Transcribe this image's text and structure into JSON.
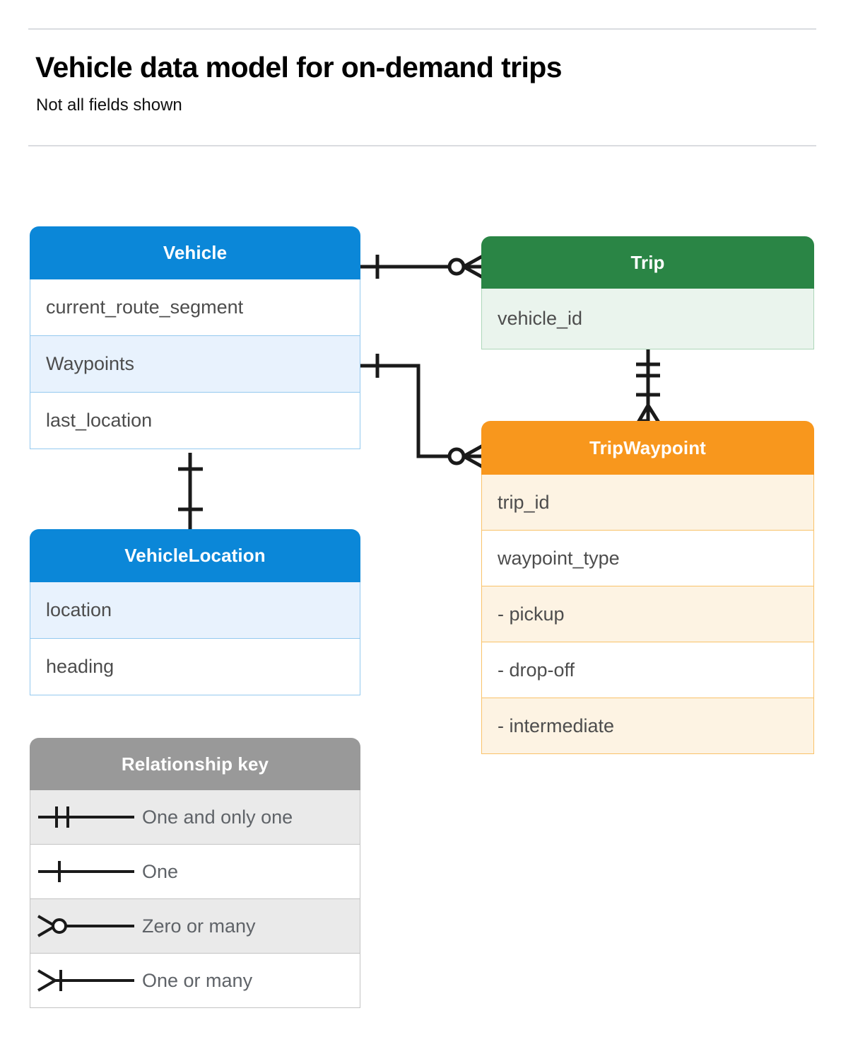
{
  "header": {
    "title": "Vehicle data model for on-demand trips",
    "subtitle": "Not all fields shown"
  },
  "colors": {
    "blue": "#0b87d8",
    "green": "#2a8545",
    "orange": "#f8971d",
    "gray": "#999999",
    "blue_tint": "#e8f2fd",
    "green_tint": "#eaf4ed",
    "orange_tint": "#fdf3e3",
    "gray_tint": "#eaeaea",
    "rule": "#dadce0",
    "connector": "#1a1a1a"
  },
  "entities": {
    "vehicle": {
      "name": "Vehicle",
      "rows": [
        {
          "label": "current_route_segment",
          "tinted": false
        },
        {
          "label": "Waypoints",
          "tinted": true
        },
        {
          "label": "last_location",
          "tinted": false
        }
      ]
    },
    "vehicle_location": {
      "name": "VehicleLocation",
      "rows": [
        {
          "label": "location",
          "tinted": true
        },
        {
          "label": "heading",
          "tinted": false
        }
      ]
    },
    "trip": {
      "name": "Trip",
      "rows": [
        {
          "label": "vehicle_id",
          "tinted": true
        }
      ]
    },
    "trip_waypoint": {
      "name": "TripWaypoint",
      "rows": [
        {
          "label": "trip_id",
          "tinted": true
        },
        {
          "label": "waypoint_type",
          "tinted": false
        },
        {
          "label": "-  pickup",
          "tinted": true
        },
        {
          "label": "-  drop-off",
          "tinted": false
        },
        {
          "label": "-  intermediate",
          "tinted": true
        }
      ]
    }
  },
  "legend": {
    "title": "Relationship key",
    "rows": [
      {
        "label": "One and only one",
        "symbol": "one-and-only-one-symbol",
        "tinted": true
      },
      {
        "label": "One",
        "symbol": "one-symbol",
        "tinted": false
      },
      {
        "label": "Zero or many",
        "symbol": "zero-or-many-symbol",
        "tinted": true
      },
      {
        "label": "One or many",
        "symbol": "one-or-many-symbol",
        "tinted": false
      }
    ]
  },
  "relationships": [
    {
      "from": "Vehicle",
      "to": "Trip",
      "from_cardinality": "One",
      "to_cardinality": "Zero or many"
    },
    {
      "from": "Vehicle.Waypoints",
      "to": "TripWaypoint",
      "from_cardinality": "One",
      "to_cardinality": "Zero or many"
    },
    {
      "from": "Trip",
      "to": "TripWaypoint",
      "from_cardinality": "One and only one",
      "to_cardinality": "One or many"
    },
    {
      "from": "Vehicle",
      "to": "VehicleLocation",
      "from_cardinality": "One",
      "to_cardinality": "One"
    }
  ]
}
